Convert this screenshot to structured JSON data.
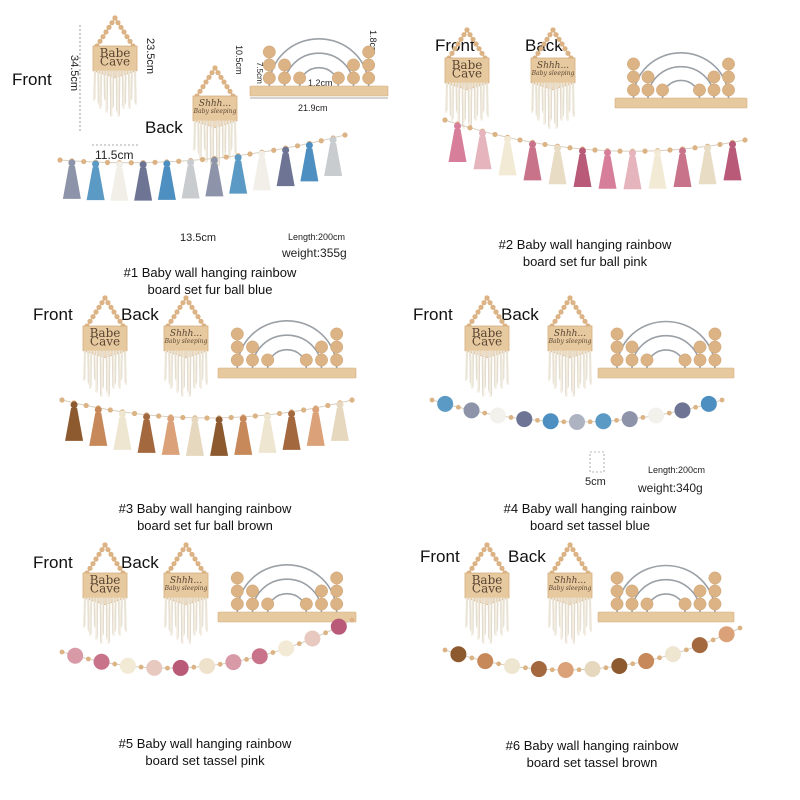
{
  "colors": {
    "wood": "#e7c9a0",
    "wood_dark": "#d4ad7c",
    "rope": "#f2ece0",
    "arch": "#9aa0a6",
    "bead": "#dcb384",
    "blue_palette": [
      "#8d93a8",
      "#5a9ac4",
      "#f1efe8",
      "#6e7594",
      "#4d8fc0",
      "#c9cccf"
    ],
    "pink_palette": [
      "#d77f9a",
      "#e5b4bd",
      "#f3ead6",
      "#c9738a",
      "#e8dcc5",
      "#b85a78"
    ],
    "brown_palette": [
      "#8c5a2e",
      "#c7885a",
      "#efe6d2",
      "#a4683f",
      "#dba27a",
      "#e6d7bf"
    ]
  },
  "panel1": {
    "front": "Front",
    "back": "Back",
    "sign_front": [
      "Babe",
      "Cave"
    ],
    "sign_back": [
      "Shhh...",
      "Baby sleeping"
    ],
    "dims": {
      "h_total": "34.5cm",
      "h_sign": "23.5cm",
      "w_sign": "11.5cm",
      "rb_h": "10.5cm",
      "rb_top": "1.8cm",
      "rb_side": "7.5cm",
      "rb_gap": "1.2cm",
      "rb_w": "21.9cm",
      "tassel": "13.5cm"
    },
    "length": "Length:200cm",
    "weight": "weight:355g",
    "caption": [
      "#1 Baby wall hanging rainbow",
      "board set fur ball blue"
    ]
  },
  "panel2": {
    "front": "Front",
    "back": "Back",
    "sign_front": [
      "Babe",
      "Cave"
    ],
    "sign_back": [
      "Shhh...",
      "Baby sleeping"
    ],
    "caption": [
      "#2 Baby wall hanging rainbow",
      "board set fur ball pink"
    ]
  },
  "panel3": {
    "front": "Front",
    "back": "Back",
    "sign_front": [
      "Babe",
      "Cave"
    ],
    "sign_back": [
      "Shhh...",
      "Baby sleeping"
    ],
    "caption": [
      "#3 Baby wall hanging rainbow",
      "board set fur ball brown"
    ]
  },
  "panel4": {
    "front": "Front",
    "back": "Back",
    "sign_front": [
      "Babe",
      "Cave"
    ],
    "sign_back": [
      "Shhh...",
      "Baby sleeping"
    ],
    "ball_size": "5cm",
    "length": "Length:200cm",
    "weight": "weight:340g",
    "caption": [
      "#4 Baby wall hanging rainbow",
      "board set tassel blue"
    ]
  },
  "panel5": {
    "front": "Front",
    "back": "Back",
    "sign_front": [
      "Babe",
      "Cave"
    ],
    "sign_back": [
      "Shhh...",
      "Baby sleeping"
    ],
    "caption": [
      "#5 Baby wall hanging rainbow",
      "board set tassel pink"
    ]
  },
  "panel6": {
    "front": "Front",
    "back": "Back",
    "sign_front": [
      "Babe",
      "Cave"
    ],
    "sign_back": [
      "Shhh...",
      "Baby sleeping"
    ],
    "caption": [
      "#6 Baby wall hanging rainbow",
      "board set tassel brown"
    ]
  }
}
